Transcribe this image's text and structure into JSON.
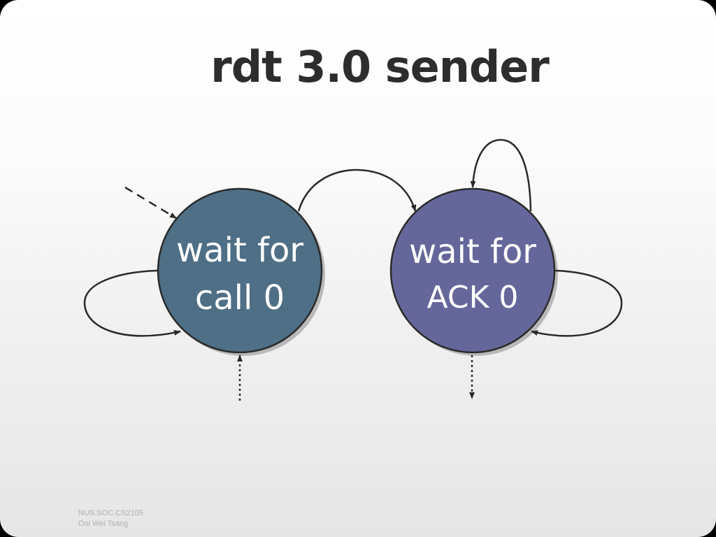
{
  "slide": {
    "title": "rdt 3.0 sender",
    "footer_line1": "NUS.SOC.CS2105",
    "footer_line2": "Ooi Wei Tsang"
  },
  "states": [
    {
      "id": "wait-for-call-0",
      "line1": "wait for",
      "line2": "call 0",
      "color": "#4e6f86"
    },
    {
      "id": "wait-for-ack-0",
      "line1": "wait for",
      "line2": "ACK 0",
      "color": "#65679b"
    }
  ],
  "colors": {
    "stroke": "#2a2a2a",
    "title": "#2d2d2d",
    "footer": "#b0b0b0"
  }
}
